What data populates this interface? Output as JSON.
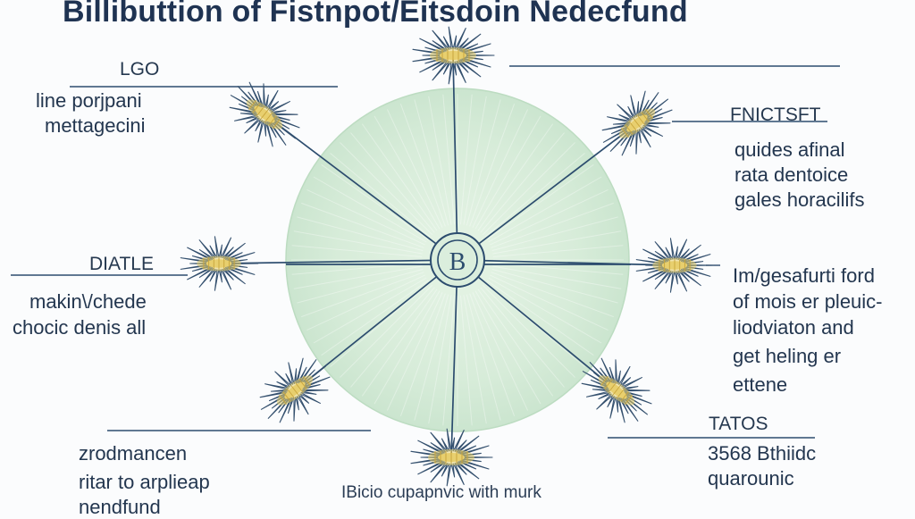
{
  "title": "Billibuttion of Fistnpot/Eitsdoin Nedecfund",
  "center_symbol": "B",
  "caption": "IBicio cupapnvic with murk",
  "blocks": {
    "top_left": {
      "heading": "LGO",
      "lines": [
        "line porjpani",
        "mettagecini"
      ]
    },
    "top_right": {
      "heading": "FNICTSFT",
      "lines": [
        "quides afinal",
        "rata dentoice",
        "gales horacilifs"
      ]
    },
    "mid_left": {
      "heading": "DIATLE",
      "lines": [
        "makin\\/chede",
        "chocic denis all"
      ]
    },
    "mid_right": {
      "lines": [
        "Im/gesafurti ford",
        "of mois er pleuic-",
        "liodviaton and",
        "get heling er",
        "ettene"
      ]
    },
    "bottom_left": {
      "lines": [
        "zrodmancen",
        "ritar to arplieap",
        "nendfund"
      ]
    },
    "bottom_right": {
      "heading": "TATOS",
      "lines": [
        "3568 Bthiidc",
        "quarounic"
      ]
    }
  },
  "colors": {
    "circle_fill": "#d7ecd9",
    "circle_edge": "#bcdcc1",
    "line": "#2c4c6e",
    "burst_stroke": "#34506e",
    "burst_core": "#e8cf6e",
    "text": "#23364f"
  }
}
